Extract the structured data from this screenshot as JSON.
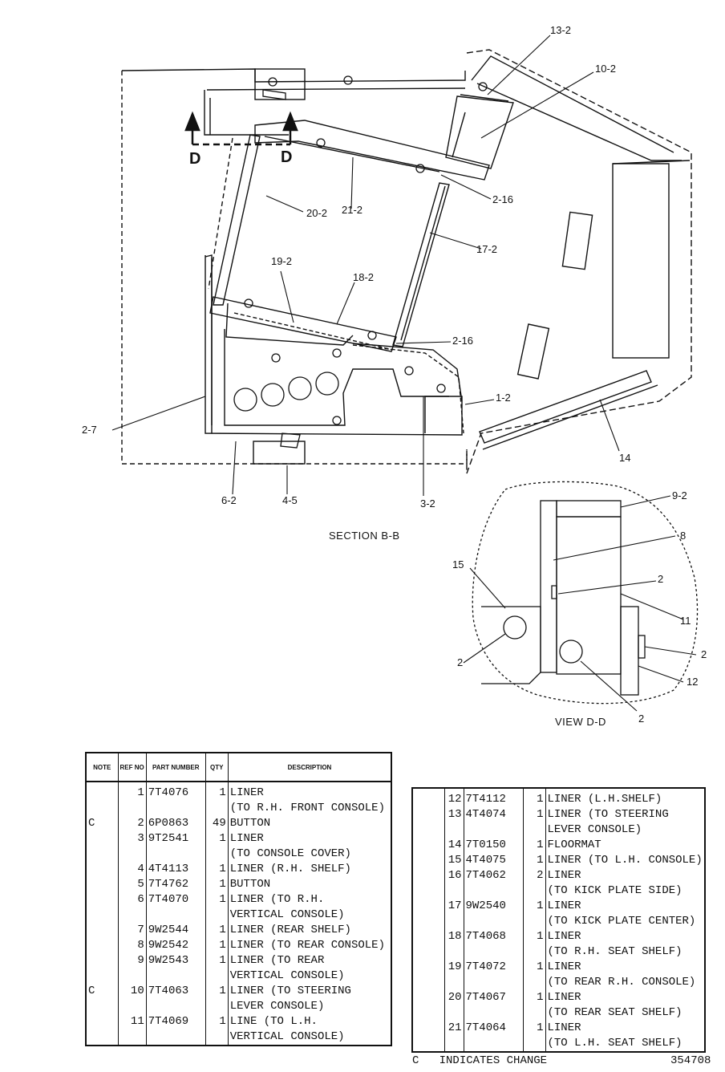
{
  "drawing": {
    "section_title": "SECTION B-B",
    "view_title": "VIEW D-D",
    "view_markers": [
      "D",
      "D"
    ],
    "callouts": {
      "c13_2": "13-2",
      "c10_2": "10-2",
      "c2_16a": "2-16",
      "c2_16b": "2-16",
      "c21_2": "21-2",
      "c20_2": "20-2",
      "c17_2": "17-2",
      "c19_2": "19-2",
      "c18_2": "18-2",
      "c1_2": "1-2",
      "c2_7": "2-7",
      "c14": "14",
      "c6_2": "6-2",
      "c4_5": "4-5",
      "c3_2": "3-2",
      "c9_2": "9-2",
      "c8": "8",
      "c15": "15",
      "c2a": "2",
      "c11": "11",
      "c2b": "2",
      "c2c": "2",
      "c12": "12",
      "c2d": "2"
    }
  },
  "parts_table": {
    "headers": {
      "note": "NOTE",
      "ref": "REF NO",
      "part": "PART NUMBER",
      "qty": "QTY",
      "desc": "DESCRIPTION"
    },
    "left_rows": [
      {
        "note": "",
        "ref": "1",
        "part": "7T4076",
        "qty": "1",
        "desc": "LINER"
      },
      {
        "note": "",
        "ref": "",
        "part": "",
        "qty": "",
        "desc": "(TO R.H. FRONT CONSOLE)"
      },
      {
        "note": "C",
        "ref": "2",
        "part": "6P0863",
        "qty": "49",
        "desc": "BUTTON"
      },
      {
        "note": "",
        "ref": "3",
        "part": "9T2541",
        "qty": "1",
        "desc": "LINER"
      },
      {
        "note": "",
        "ref": "",
        "part": "",
        "qty": "",
        "desc": "(TO CONSOLE COVER)"
      },
      {
        "note": "",
        "ref": "4",
        "part": "4T4113",
        "qty": "1",
        "desc": "LINER (R.H. SHELF)"
      },
      {
        "note": "",
        "ref": "5",
        "part": "7T4762",
        "qty": "1",
        "desc": "BUTTON"
      },
      {
        "note": "",
        "ref": "6",
        "part": "7T4070",
        "qty": "1",
        "desc": "LINER (TO R.H."
      },
      {
        "note": "",
        "ref": "",
        "part": "",
        "qty": "",
        "desc": " VERTICAL CONSOLE)"
      },
      {
        "note": "",
        "ref": "7",
        "part": "9W2544",
        "qty": "1",
        "desc": "LINER (REAR SHELF)"
      },
      {
        "note": "",
        "ref": "8",
        "part": "9W2542",
        "qty": "1",
        "desc": "LINER (TO REAR CONSOLE)"
      },
      {
        "note": "",
        "ref": "9",
        "part": "9W2543",
        "qty": "1",
        "desc": "LINER (TO REAR"
      },
      {
        "note": "",
        "ref": "",
        "part": "",
        "qty": "",
        "desc": " VERTICAL CONSOLE)"
      },
      {
        "note": "C",
        "ref": "10",
        "part": "7T4063",
        "qty": "1",
        "desc": "LINER (TO STEERING"
      },
      {
        "note": "",
        "ref": "",
        "part": "",
        "qty": "",
        "desc": " LEVER CONSOLE)"
      },
      {
        "note": "",
        "ref": "11",
        "part": "7T4069",
        "qty": "1",
        "desc": "LINE (TO L.H."
      },
      {
        "note": "",
        "ref": "",
        "part": "",
        "qty": "",
        "desc": " VERTICAL CONSOLE)"
      }
    ],
    "right_rows": [
      {
        "note": "",
        "ref": "12",
        "part": "7T4112",
        "qty": "1",
        "desc": "LINER (L.H.SHELF)"
      },
      {
        "note": "",
        "ref": "13",
        "part": "4T4074",
        "qty": "1",
        "desc": "LINER (TO STEERING"
      },
      {
        "note": "",
        "ref": "",
        "part": "",
        "qty": "",
        "desc": " LEVER CONSOLE)"
      },
      {
        "note": "",
        "ref": "14",
        "part": "7T0150",
        "qty": "1",
        "desc": "FLOORMAT"
      },
      {
        "note": "",
        "ref": "15",
        "part": "4T4075",
        "qty": "1",
        "desc": "LINER (TO L.H. CONSOLE)"
      },
      {
        "note": "",
        "ref": "16",
        "part": "7T4062",
        "qty": "2",
        "desc": "LINER"
      },
      {
        "note": "",
        "ref": "",
        "part": "",
        "qty": "",
        "desc": "(TO KICK PLATE SIDE)"
      },
      {
        "note": "",
        "ref": "17",
        "part": "9W2540",
        "qty": "1",
        "desc": "LINER"
      },
      {
        "note": "",
        "ref": "",
        "part": "",
        "qty": "",
        "desc": "(TO KICK PLATE CENTER)"
      },
      {
        "note": "",
        "ref": "18",
        "part": "7T4068",
        "qty": "1",
        "desc": "LINER"
      },
      {
        "note": "",
        "ref": "",
        "part": "",
        "qty": "",
        "desc": "(TO R.H. SEAT SHELF)"
      },
      {
        "note": "",
        "ref": "19",
        "part": "7T4072",
        "qty": "1",
        "desc": "LINER"
      },
      {
        "note": "",
        "ref": "",
        "part": "",
        "qty": "",
        "desc": "(TO REAR R.H. CONSOLE)"
      },
      {
        "note": "",
        "ref": "20",
        "part": "7T4067",
        "qty": "1",
        "desc": "LINER"
      },
      {
        "note": "",
        "ref": "",
        "part": "",
        "qty": "",
        "desc": "(TO REAR SEAT SHELF)"
      },
      {
        "note": "",
        "ref": "21",
        "part": "7T4064",
        "qty": "1",
        "desc": "LINER"
      },
      {
        "note": "",
        "ref": "",
        "part": "",
        "qty": "",
        "desc": "(TO L.H. SEAT SHELF)"
      }
    ]
  },
  "footer": {
    "legend_code": "C",
    "legend_text": "INDICATES CHANGE",
    "drawing_number": "354708"
  }
}
